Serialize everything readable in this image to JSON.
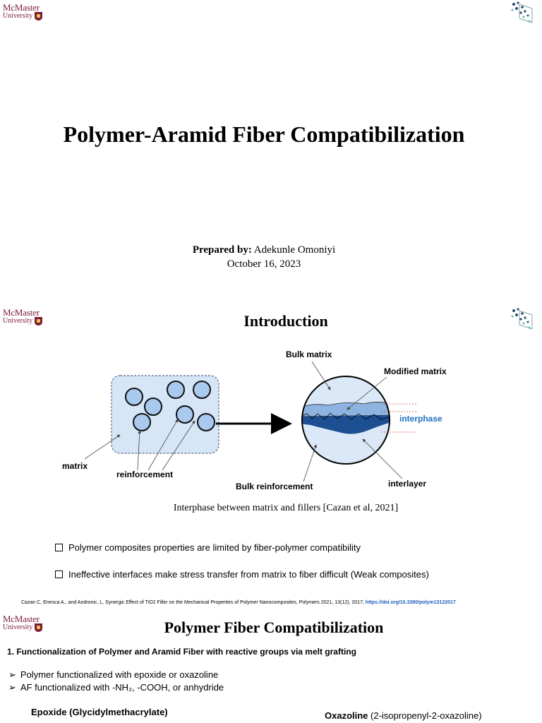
{
  "logo": {
    "line1": "McMaster",
    "line2": "University"
  },
  "slide1": {
    "title": "Polymer-Aramid Fiber Compatibilization",
    "prepared_label": "Prepared by:",
    "author": " Adekunle Omoniyi",
    "date": "October 16, 2023"
  },
  "slide2": {
    "title": "Introduction",
    "diagram": {
      "bulk_matrix": "Bulk matrix",
      "modified_matrix": "Modified matrix",
      "interphase": "interphase",
      "matrix": "matrix",
      "reinforcement": "reinforcement",
      "bulk_reinforcement": "Bulk reinforcement",
      "interlayer": "interlayer"
    },
    "caption": "Interphase between matrix and fillers [Cazan et al, 2021]",
    "bullets": [
      "Polymer composites properties are limited by fiber-polymer compatibility",
      "Ineffective interfaces make stress transfer from matrix to fiber difficult (Weak composites)"
    ],
    "reference": {
      "text": "Cazan C, Enesca A., and Andronic, L, Synergic Effect of TiO2 Filler on the Mechanical Properties of Polymer Nanocomposites, Polymers 2021, 13(12), 2017; ",
      "doi": "https://doi.org/10.3390/polym13122017"
    }
  },
  "slide3": {
    "title": "Polymer Fiber Compatibilization",
    "subtitle": "1. Functionalization of Polymer and Aramid Fiber with reactive groups via melt grafting",
    "items": [
      "Polymer functionalized with epoxide or oxazoline",
      "AF functionalized with -NH₂, -COOH, or anhydride"
    ],
    "epoxide": "Epoxide (Glycidylmethacrylate)",
    "oxazoline_bold": "Oxazoline",
    "oxazoline_rest": " (2-isopropenyl-2-oxazoline)"
  },
  "colors": {
    "brand": "#7a1b38",
    "interphase": "#1f6fc4",
    "doi": "#1f5fbf"
  }
}
